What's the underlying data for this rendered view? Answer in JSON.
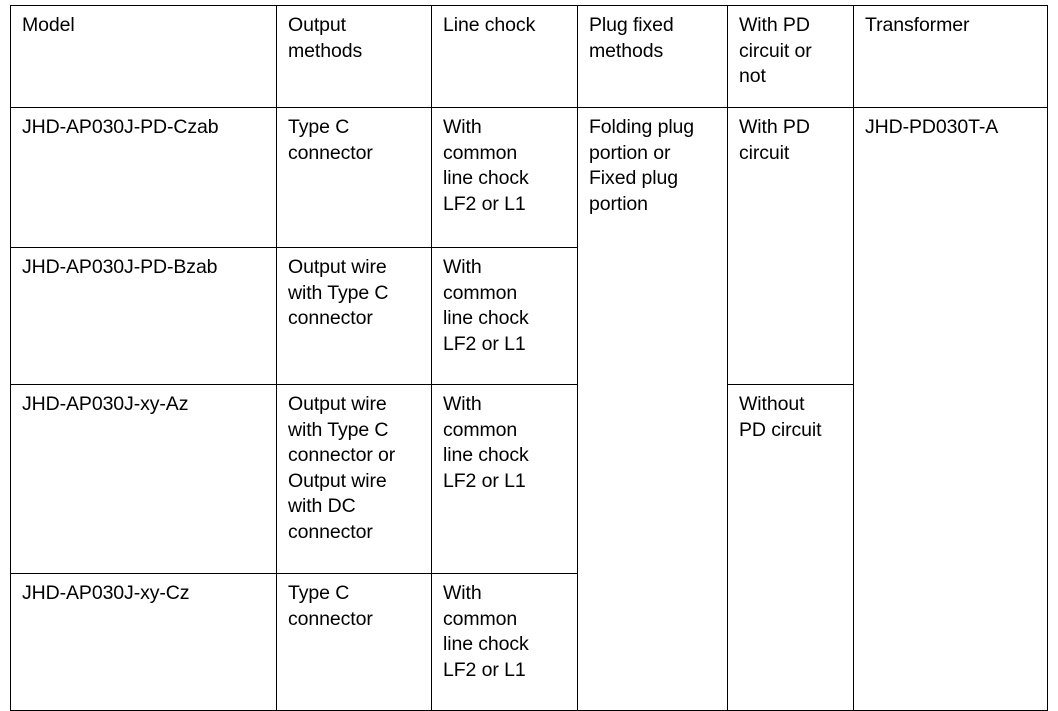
{
  "table": {
    "name": "model-specification-table",
    "columns": [
      {
        "key": "model",
        "label": "Model"
      },
      {
        "key": "output",
        "label": "Output\nmethods"
      },
      {
        "key": "chock",
        "label": "Line chock"
      },
      {
        "key": "plug",
        "label": "Plug fixed\nmethods"
      },
      {
        "key": "pd",
        "label": "With PD\ncircuit or\nnot"
      },
      {
        "key": "transformer",
        "label": "Transformer"
      }
    ],
    "rows": [
      {
        "model": "JHD-AP030J-PD-Czab",
        "output": "Type C\nconnector",
        "chock": "With\ncommon\nline chock\nLF2 or L1",
        "plug": "Folding plug\nportion or\nFixed plug\nportion",
        "pd": "With PD\ncircuit",
        "transformer": "JHD-PD030T-A"
      },
      {
        "model": "JHD-AP030J-PD-Bzab",
        "output": "Output wire\nwith Type C\nconnector",
        "chock": "With\ncommon\nline chock\nLF2 or L1"
      },
      {
        "model": "JHD-AP030J-xy-Az",
        "output": "Output wire\nwith Type C\nconnector or\nOutput wire\nwith DC\nconnector",
        "chock": "With\ncommon\nline chock\nLF2 or L1",
        "pd": "Without\nPD circuit"
      },
      {
        "model": "JHD-AP030J-xy-Cz",
        "output": "Type C\nconnector",
        "chock": "With\ncommon\nline chock\nLF2 or L1"
      }
    ]
  },
  "colors": {
    "border": "#000000",
    "text": "#000000",
    "background": "#ffffff"
  }
}
